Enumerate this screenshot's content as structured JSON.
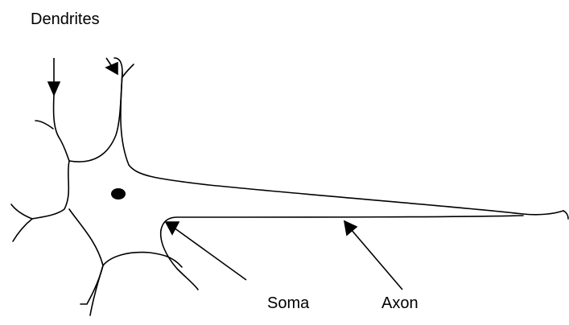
{
  "labels": {
    "dendrites": "Dendrites",
    "soma": "Soma",
    "axon": "Axon"
  },
  "colors": {
    "stroke": "#000000",
    "background": "#ffffff"
  }
}
